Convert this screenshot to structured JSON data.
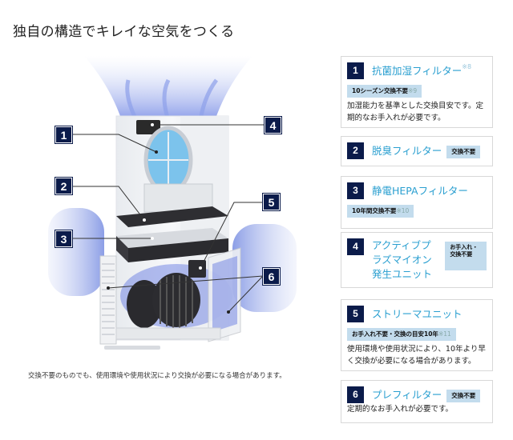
{
  "page": {
    "title": "独自の構造でキレイな空気をつくる",
    "footnote": "交換不要のものでも、使用環境や使用状況により交換が必要になる場合があります。"
  },
  "diagram": {
    "callouts": [
      {
        "number": "1",
        "target": "antibacterial-humidifying-filter"
      },
      {
        "number": "2",
        "target": "deodorizing-filter"
      },
      {
        "number": "3",
        "target": "electrostatic-hepa-filter"
      },
      {
        "number": "4",
        "target": "active-plasma-ion-unit"
      },
      {
        "number": "5",
        "target": "streamer-unit"
      },
      {
        "number": "6",
        "target": "pre-filter"
      }
    ],
    "colors": {
      "callout_bg": "#0b1b4a",
      "airflow": "#6f86e0"
    }
  },
  "components": [
    {
      "number": "1",
      "name": "抗菌加湿フィルター",
      "name_note": "※8",
      "tag": "10シーズン交換不要",
      "tag_note": "※9",
      "description": "加湿能力を基準とした交換目安です。定期的なお手入れが必要です。"
    },
    {
      "number": "2",
      "name": "脱臭フィルター",
      "tag": "交換不要"
    },
    {
      "number": "3",
      "name": "静電HEPAフィルター",
      "tag": "10年間交換不要",
      "tag_note": "※10"
    },
    {
      "number": "4",
      "name": "アクティブプラズマイオン発生ユニット",
      "tag": "お手入れ・交換不要"
    },
    {
      "number": "5",
      "name": "ストリーマユニット",
      "tag": "お手入れ不要・交換の目安10年",
      "tag_note": "※11",
      "description": "使用環境や使用状況により、10年より早く交換が必要になる場合があります。"
    },
    {
      "number": "6",
      "name": "プレフィルター",
      "tag": "交換不要",
      "description": "定期的なお手入れが必要です。"
    }
  ],
  "colors": {
    "number_badge": "#0b1b4a",
    "component_name": "#2a9fd0",
    "tag_bg": "#c3dced",
    "card_border": "#d8d8d8"
  }
}
